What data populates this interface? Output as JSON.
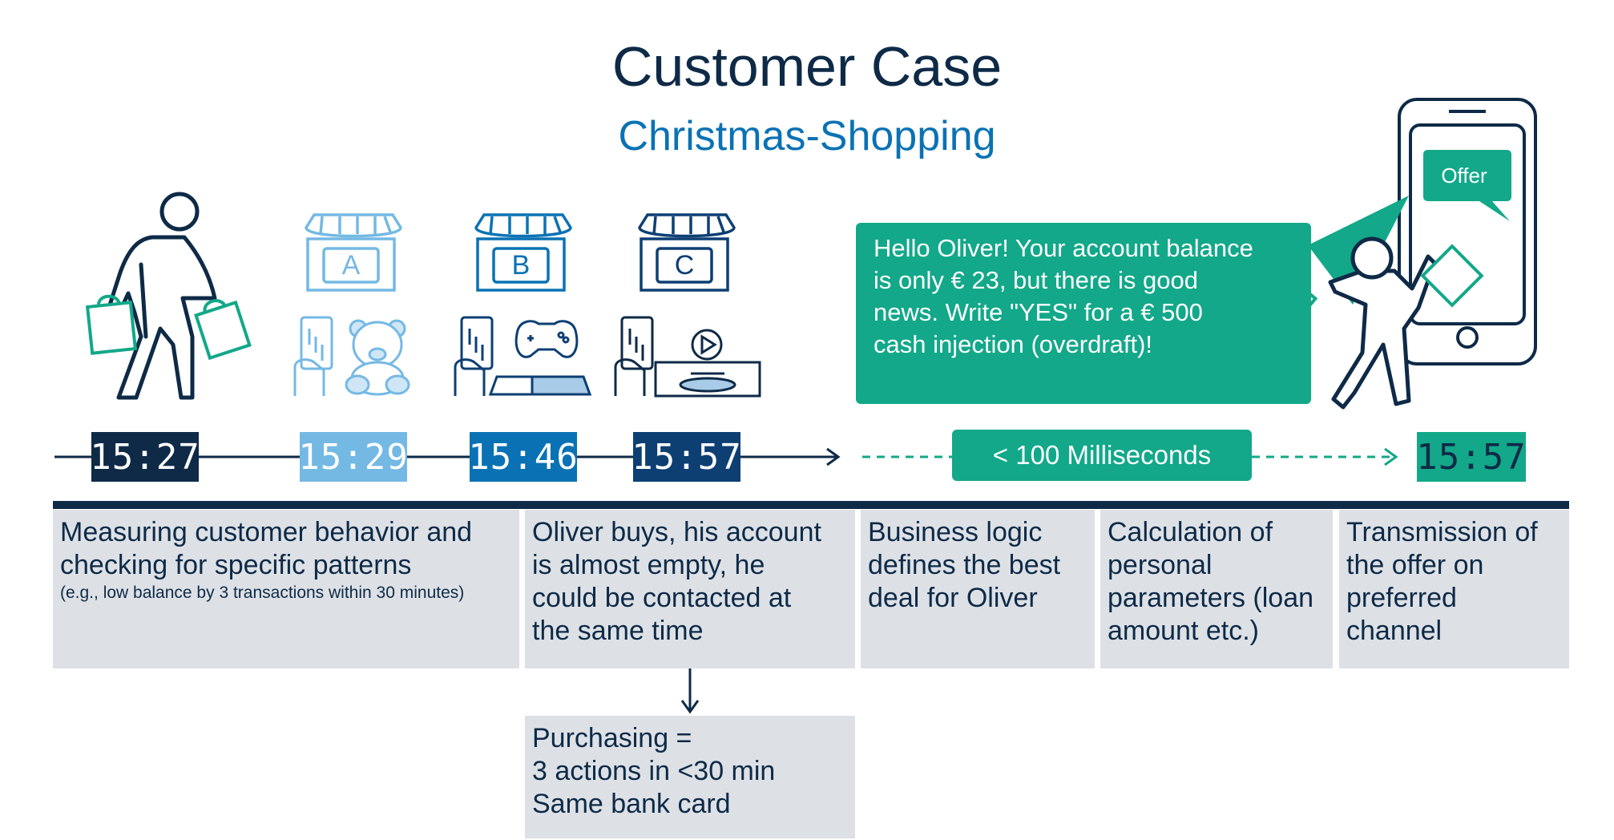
{
  "title": "Customer Case",
  "subtitle": "Christmas-Shopping",
  "stores": [
    {
      "letter": "A"
    },
    {
      "letter": "B"
    },
    {
      "letter": "C"
    }
  ],
  "timeline": {
    "times": [
      "15:27",
      "15:29",
      "15:46",
      "15:57"
    ],
    "latency_label": "< 100 Milliseconds",
    "final_time": "15:57"
  },
  "message": {
    "lines": [
      "Hello Oliver! Your account balance",
      "is only € 23, but there is good",
      "news. Write \"YES\" for a € 500",
      "cash injection (overdraft)!"
    ],
    "offer_label": "Offer"
  },
  "boxes": [
    {
      "lines": [
        "Measuring customer behavior and",
        "checking for specific patterns"
      ],
      "note": "(e.g., low balance by 3 transactions within 30 minutes)"
    },
    {
      "lines": [
        "Oliver buys, his account",
        "is almost empty, he",
        "could be contacted at",
        "the same time"
      ]
    },
    {
      "lines": [
        "Business logic",
        "defines the best",
        "deal for Oliver"
      ]
    },
    {
      "lines": [
        "Calculation of",
        "personal",
        "parameters (loan",
        "amount etc.)"
      ]
    },
    {
      "lines": [
        "Transmission of",
        "the offer on",
        "preferred",
        "channel"
      ]
    }
  ],
  "detail_box": {
    "lines": [
      "Purchasing =",
      "3 actions in <30 min",
      "Same bank card"
    ]
  },
  "colors": {
    "navy": "#0e2a47",
    "light_blue": "#74b9e4",
    "blue": "#0a72b4",
    "dark_blue": "#0d3f73",
    "teal": "#12a889",
    "box_grey": "#dde1e6"
  }
}
